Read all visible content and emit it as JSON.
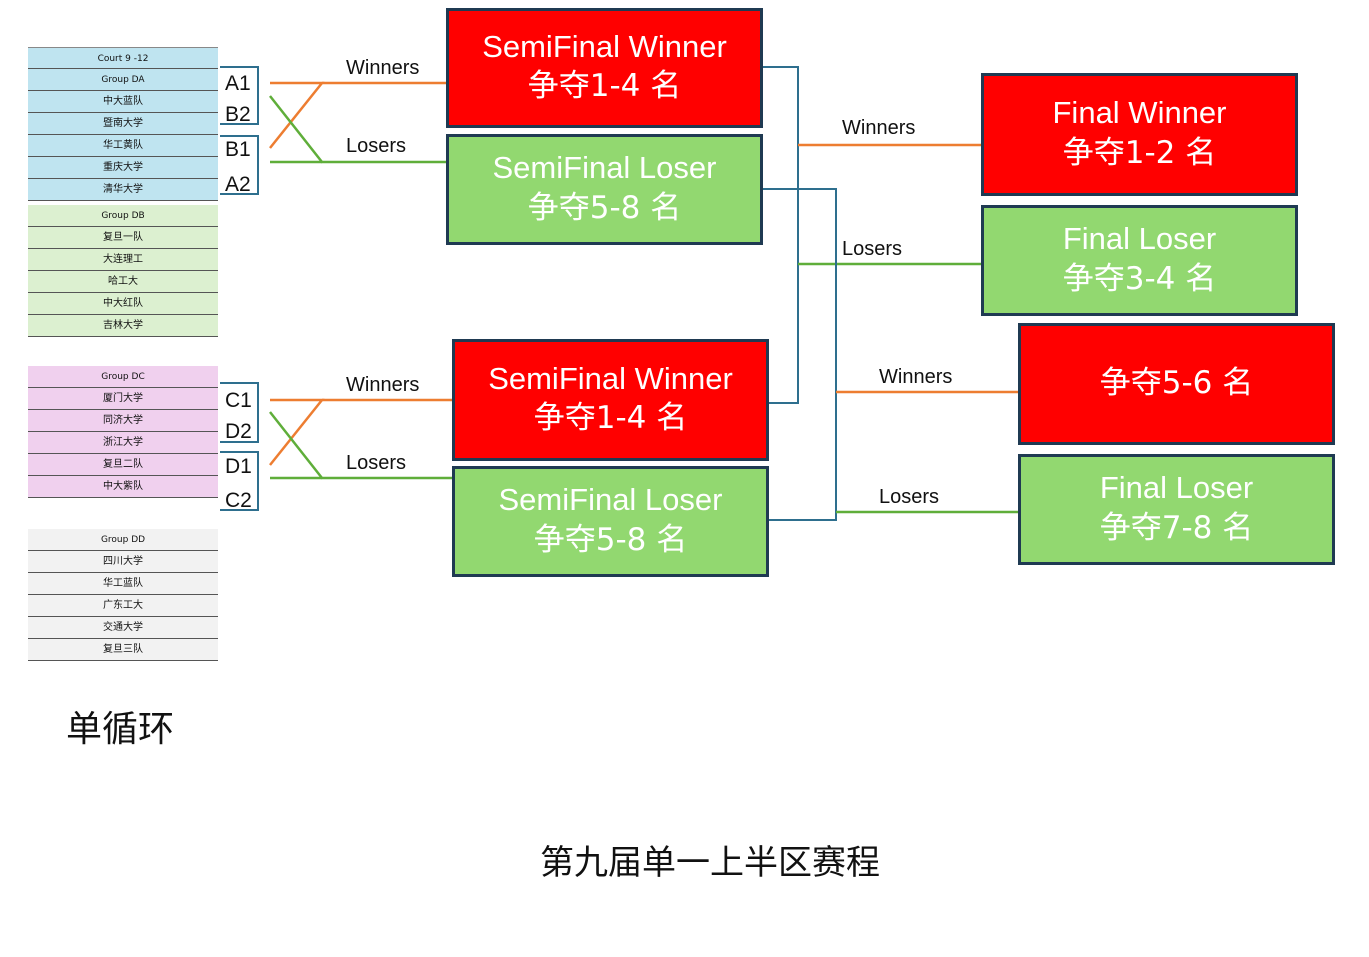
{
  "colors": {
    "winners_line": "#ed7d31",
    "losers_line": "#5fae3a",
    "connector": "#2e6f8e",
    "winner_box": "#ff0000",
    "loser_box": "#92d870",
    "box_border": "#1f3a52"
  },
  "groups": [
    {
      "header": "Court 9 -12",
      "rows": [],
      "color": "#bfe4f0"
    },
    {
      "header": "Group DA",
      "rows": [
        "中大蓝队",
        "暨南大学",
        "华工黄队",
        "重庆大学",
        "清华大学"
      ],
      "color": "#bfe4f0"
    },
    {
      "header": "Group DB",
      "rows": [
        "复旦一队",
        "大连理工",
        "哈工大",
        "中大红队",
        "吉林大学"
      ],
      "color": "#dcf0d0"
    },
    {
      "header": "Group DC",
      "rows": [
        "厦门大学",
        "同济大学",
        "浙江大学",
        "复旦二队",
        "中大紫队"
      ],
      "color": "#f0d0ee"
    },
    {
      "header": "Group DD",
      "rows": [
        "四川大学",
        "华工蓝队",
        "广东工大",
        "交通大学",
        "复旦三队"
      ],
      "color": "#f2f2f2"
    }
  ],
  "round_robin_label": "单循环",
  "seeds": {
    "a1": "A1",
    "b2": "B2",
    "b1": "B1",
    "a2": "A2",
    "c1": "C1",
    "d2": "D2",
    "d1": "D1",
    "c2": "C2"
  },
  "line_labels": {
    "winners": "Winners",
    "losers": "Losers"
  },
  "boxes": {
    "sf_winner_top": {
      "title": "SemiFinal Winner",
      "subtitle": "争夺1-4 名"
    },
    "sf_loser_top": {
      "title": "SemiFinal Loser",
      "subtitle": "争夺5-8 名"
    },
    "sf_winner_bottom": {
      "title": "SemiFinal Winner",
      "subtitle": "争夺1-4 名"
    },
    "sf_loser_bottom": {
      "title": "SemiFinal Loser",
      "subtitle": "争夺5-8 名"
    },
    "final_winner": {
      "title": "Final Winner",
      "subtitle": "争夺1-2 名"
    },
    "final_loser_34": {
      "title": "Final Loser",
      "subtitle": "争夺3-4 名"
    },
    "place_56": {
      "title": "争夺5-6 名"
    },
    "final_loser_78": {
      "title": "Final Loser",
      "subtitle": "争夺7-8 名"
    }
  },
  "page_caption": "第九届单一上半区赛程"
}
